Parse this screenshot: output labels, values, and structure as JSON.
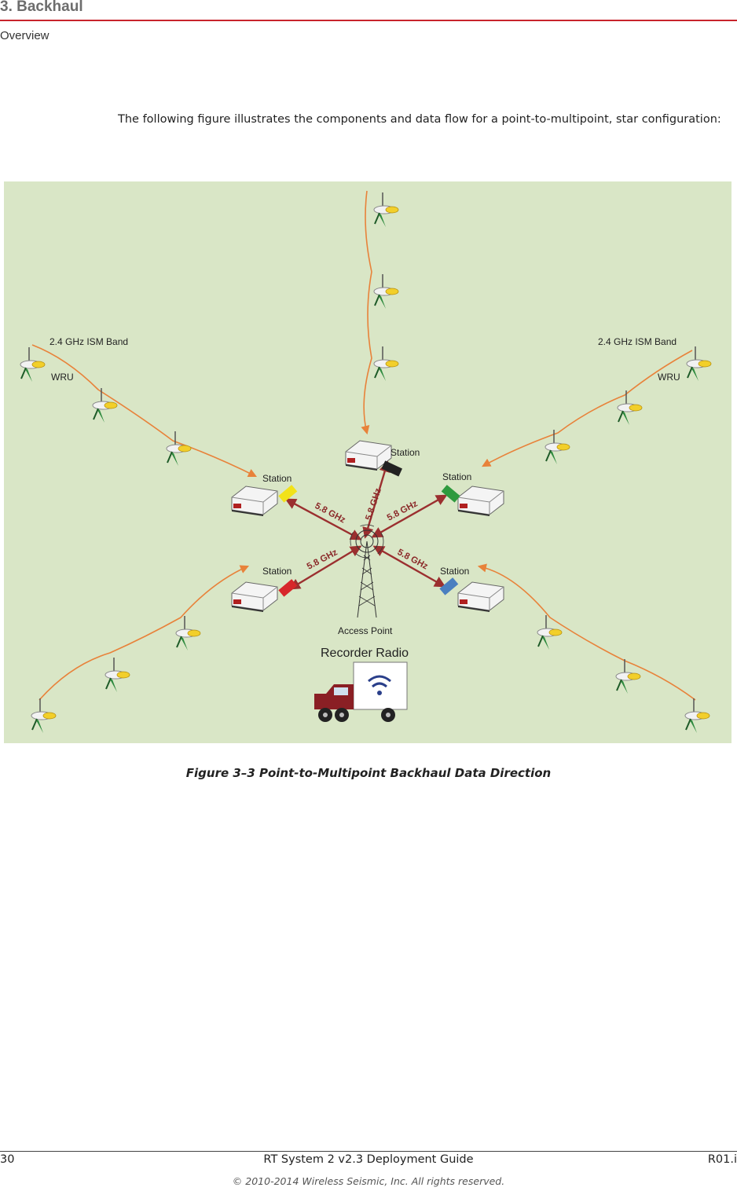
{
  "header": {
    "chapter": "3. Backhaul",
    "section": "Overview"
  },
  "body": {
    "paragraph": "The following figure illustrates the components and data flow for a point-to-multipoint, star configuration:"
  },
  "figure": {
    "labels": {
      "ism_left": "2.4 GHz ISM Band",
      "ism_right": "2.4 GHz ISM Band",
      "wru_left": "WRU",
      "wru_right": "WRU",
      "station_top": "Station",
      "station_upper_left": "Station",
      "station_upper_right": "Station",
      "station_lower_left": "Station",
      "station_lower_right": "Station",
      "ghz_up": "5.8 GHz",
      "ghz_upper_left": "5.8 GHz",
      "ghz_upper_right": "5.8 GHz",
      "ghz_lower_left": "5.8 GHz",
      "ghz_lower_right": "5.8 GHz",
      "access_point": "Access Point",
      "recorder_radio": "Recorder Radio"
    },
    "colors": {
      "background": "#d9e6c6",
      "wru_link": "#e8823a",
      "backhaul_link": "#9b2f2f",
      "antenna_top": "#222222",
      "antenna_upper_left": "#f2e21a",
      "antenna_upper_right": "#2e9a3e",
      "antenna_lower_left": "#d7262a",
      "antenna_lower_right": "#4a7fc0"
    },
    "caption": "Figure 3–3  Point-to-Multipoint Backhaul Data Direction"
  },
  "footer": {
    "page_number": "30",
    "doc_title": "RT System 2 v2.3 Deployment Guide",
    "revision": "R01.i",
    "copyright": "© 2010-2014 Wireless Seismic, Inc. All rights reserved."
  }
}
